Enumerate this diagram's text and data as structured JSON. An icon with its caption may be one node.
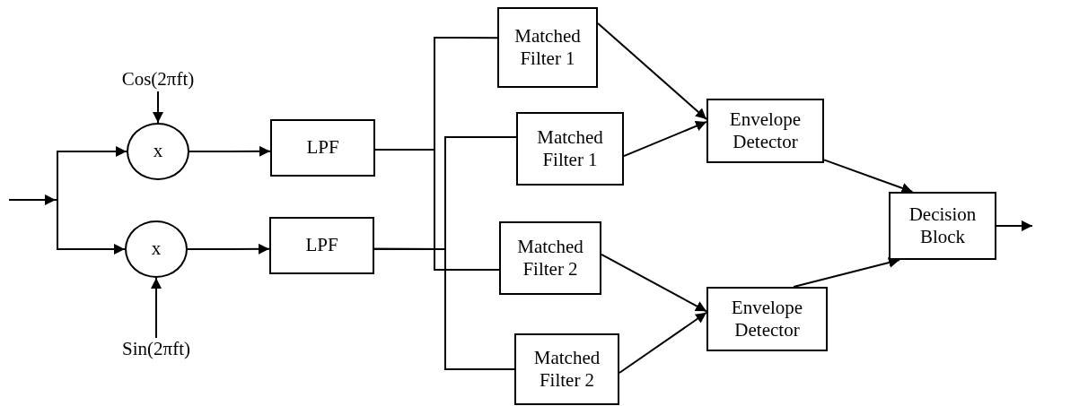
{
  "diagram": {
    "nodes": [
      {
        "text": [
          "Cos(2πft)"
        ]
      },
      {
        "text": [
          "Sin(2πft)"
        ]
      },
      {
        "text": [
          "x"
        ]
      },
      {
        "text": [
          "x"
        ]
      },
      {
        "text": [
          "LPF"
        ]
      },
      {
        "text": [
          "LPF"
        ]
      },
      {
        "text": [
          "Matched Filter 1"
        ]
      },
      {
        "text": [
          "Matched Filter 1"
        ]
      },
      {
        "text": [
          "Matched Filter 2"
        ]
      },
      {
        "text": [
          "Matched Filter 2"
        ]
      },
      {
        "text": [
          "Envelope Detector"
        ]
      },
      {
        "text": [
          "Envelope Detector"
        ]
      },
      {
        "text": [
          "Decision Block"
        ]
      }
    ],
    "edges": [
      {
        "from": null,
        "to": 2,
        "arrow": "to"
      },
      {
        "from": null,
        "to": 3,
        "arrow": "to"
      },
      {
        "from": 0,
        "to": 2,
        "arrow": "to"
      },
      {
        "from": 1,
        "to": 3,
        "arrow": "to"
      },
      {
        "from": 2,
        "to": 4,
        "arrow": "to"
      },
      {
        "from": 3,
        "to": 5,
        "arrow": "to"
      },
      {
        "from": 4,
        "to": 6,
        "arrow": "none"
      },
      {
        "from": 4,
        "to": 8,
        "arrow": "none"
      },
      {
        "from": 5,
        "to": 7,
        "arrow": "none"
      },
      {
        "from": 5,
        "to": 9,
        "arrow": "none"
      },
      {
        "from": 6,
        "to": 10,
        "arrow": "to"
      },
      {
        "from": 7,
        "to": 10,
        "arrow": "to"
      },
      {
        "from": 8,
        "to": 11,
        "arrow": "to"
      },
      {
        "from": 9,
        "to": 11,
        "arrow": "to"
      },
      {
        "from": 10,
        "to": 12,
        "arrow": "to"
      },
      {
        "from": 11,
        "to": 12,
        "arrow": "to"
      },
      {
        "from": 12,
        "to": null,
        "arrow": "to"
      }
    ]
  }
}
